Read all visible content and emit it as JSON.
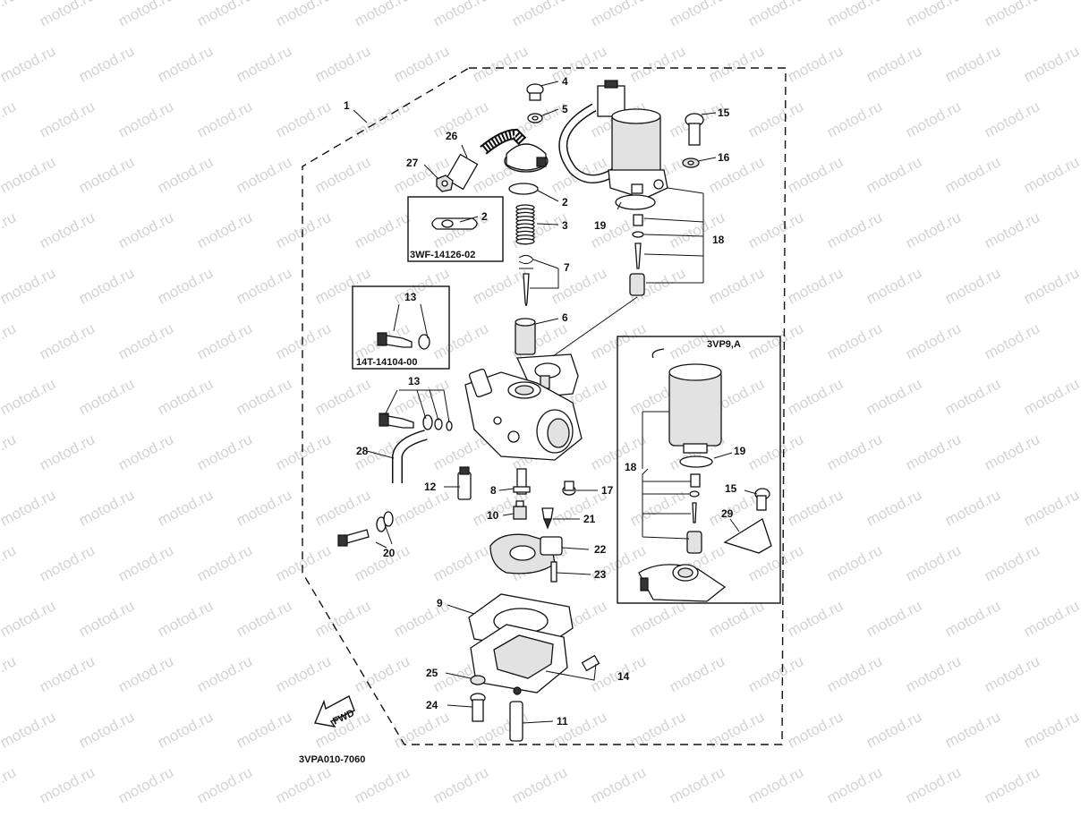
{
  "watermark": "motod.ru",
  "part_numbers": [
    {
      "id": "p1",
      "label": "1"
    },
    {
      "id": "p2a",
      "label": "2"
    },
    {
      "id": "p2b",
      "label": "2"
    },
    {
      "id": "p3",
      "label": "3"
    },
    {
      "id": "p4",
      "label": "4"
    },
    {
      "id": "p5",
      "label": "5"
    },
    {
      "id": "p6",
      "label": "6"
    },
    {
      "id": "p7",
      "label": "7"
    },
    {
      "id": "p8",
      "label": "8"
    },
    {
      "id": "p9",
      "label": "9"
    },
    {
      "id": "p10",
      "label": "10"
    },
    {
      "id": "p11",
      "label": "11"
    },
    {
      "id": "p12",
      "label": "12"
    },
    {
      "id": "p13a",
      "label": "13"
    },
    {
      "id": "p13b",
      "label": "13"
    },
    {
      "id": "p14",
      "label": "14"
    },
    {
      "id": "p15a",
      "label": "15"
    },
    {
      "id": "p15b",
      "label": "15"
    },
    {
      "id": "p16",
      "label": "16"
    },
    {
      "id": "p17",
      "label": "17"
    },
    {
      "id": "p18a",
      "label": "18"
    },
    {
      "id": "p18b",
      "label": "18"
    },
    {
      "id": "p19a",
      "label": "19"
    },
    {
      "id": "p19b",
      "label": "19"
    },
    {
      "id": "p20",
      "label": "20"
    },
    {
      "id": "p21",
      "label": "21"
    },
    {
      "id": "p22",
      "label": "22"
    },
    {
      "id": "p23",
      "label": "23"
    },
    {
      "id": "p24",
      "label": "24"
    },
    {
      "id": "p25",
      "label": "25"
    },
    {
      "id": "p26",
      "label": "26"
    },
    {
      "id": "p27",
      "label": "27"
    },
    {
      "id": "p28",
      "label": "28"
    },
    {
      "id": "p29",
      "label": "29"
    }
  ],
  "insets": {
    "gasket_kit": "3WF-14126-02",
    "screw_kit": "14T-14104-00",
    "variant": "3VP9,A"
  },
  "direction_arrow": "FWD",
  "diagram_code": "3VPA010-7060"
}
